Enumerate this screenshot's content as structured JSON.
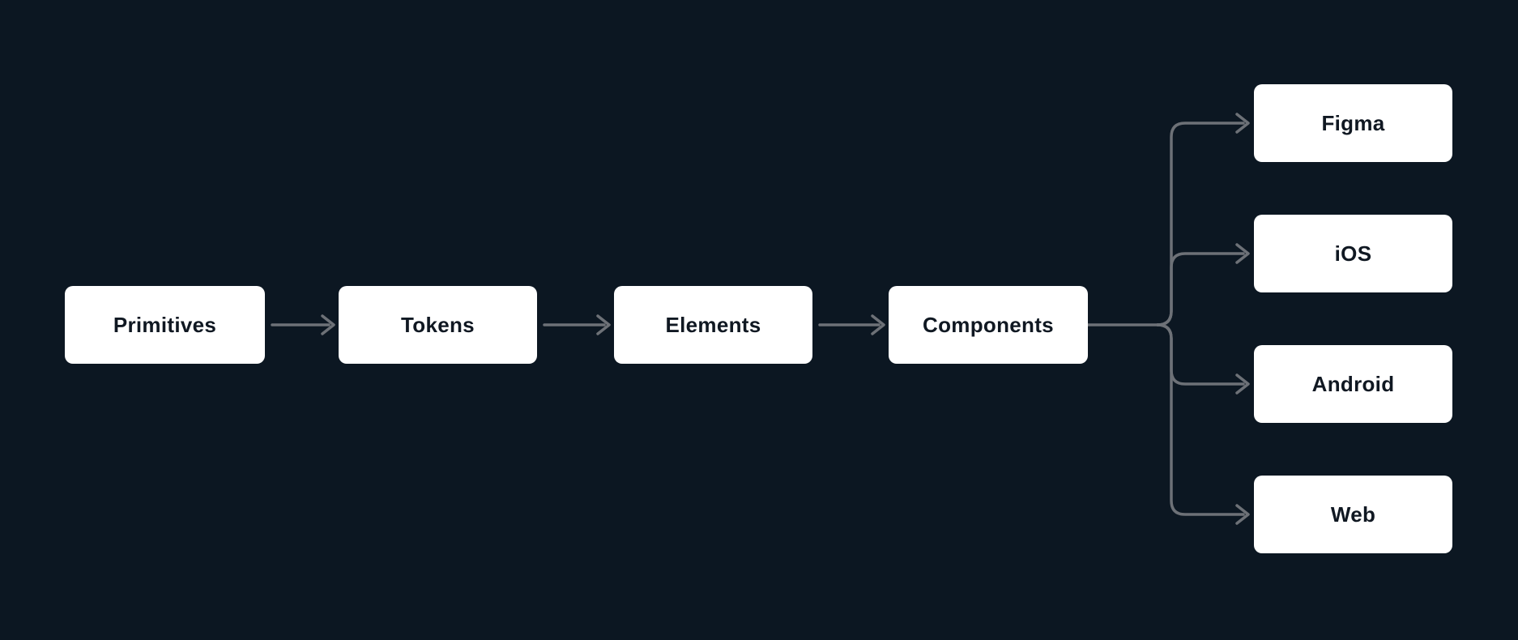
{
  "diagram": {
    "colors": {
      "background": "#0c1722",
      "connector": "#6d7177",
      "node_background": "#ffffff",
      "node_text": "#101822"
    },
    "nodes": [
      {
        "id": "primitives",
        "label": "Primitives"
      },
      {
        "id": "tokens",
        "label": "Tokens"
      },
      {
        "id": "elements",
        "label": "Elements"
      },
      {
        "id": "components",
        "label": "Components"
      },
      {
        "id": "figma",
        "label": "Figma"
      },
      {
        "id": "ios",
        "label": "iOS"
      },
      {
        "id": "android",
        "label": "Android"
      },
      {
        "id": "web",
        "label": "Web"
      }
    ],
    "edges": [
      {
        "from": "Primitives",
        "to": "Tokens"
      },
      {
        "from": "Tokens",
        "to": "Elements"
      },
      {
        "from": "Elements",
        "to": "Components"
      },
      {
        "from": "Components",
        "to": "Figma"
      },
      {
        "from": "Components",
        "to": "iOS"
      },
      {
        "from": "Components",
        "to": "Android"
      },
      {
        "from": "Components",
        "to": "Web"
      }
    ]
  }
}
